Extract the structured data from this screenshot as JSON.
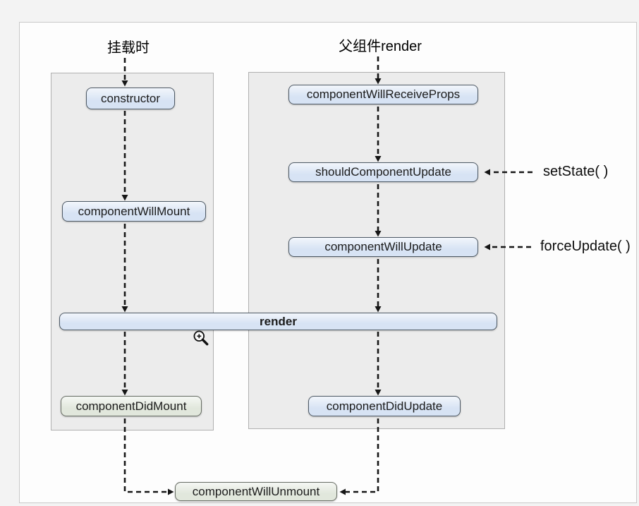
{
  "diagram": {
    "titles": {
      "mount": "挂载时",
      "parent_render": "父组件render"
    },
    "annotations": {
      "set_state": "setState( )",
      "force_update": "forceUpdate( )"
    },
    "nodes": {
      "constructor": "constructor",
      "component_will_mount": "componentWillMount",
      "component_did_mount": "componentDidMount",
      "component_will_receive_props": "componentWillReceiveProps",
      "should_component_update": "shouldComponentUpdate",
      "component_will_update": "componentWillUpdate",
      "component_did_update": "componentDidUpdate",
      "render": "render",
      "component_will_unmount": "componentWillUnmount"
    },
    "icons": {
      "zoom_cursor": "zoom-in-magnifier-icon"
    },
    "colors": {
      "canvas_bg": "#fdfdfd",
      "canvas_border": "#c9c9c9",
      "panel_fill": "#ececec",
      "panel_border": "#b0b0b0",
      "node_blue_fill": "#d7e3f4",
      "node_green_fill": "#e1e7dc",
      "node_border": "#4e5a66",
      "green_border": "#676d64",
      "arrow": "#161616",
      "text": "#1b1b1b"
    }
  }
}
